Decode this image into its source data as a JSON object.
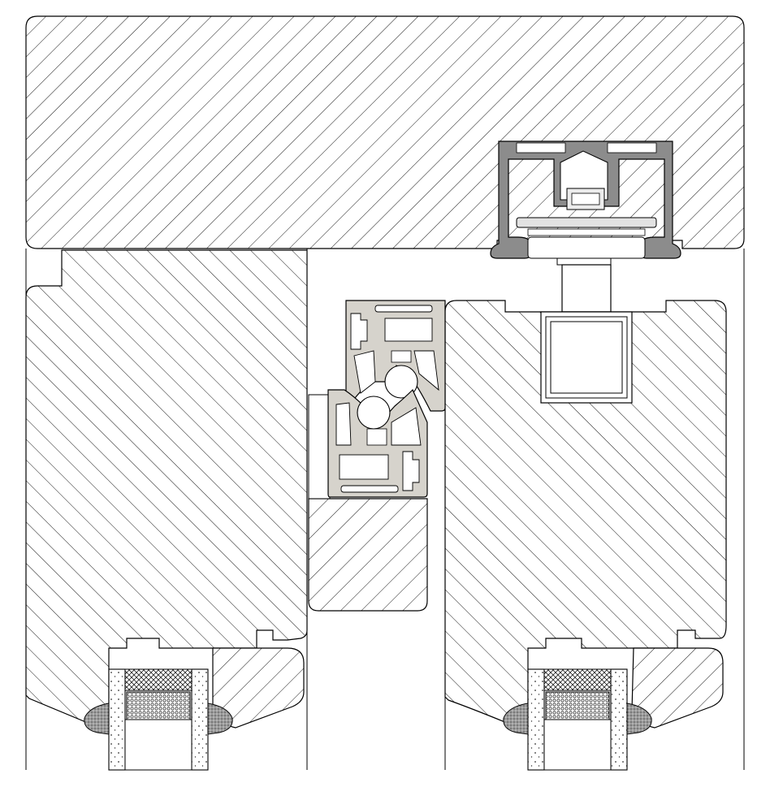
{
  "diagram": {
    "kind": "technical cross-section drawing",
    "labels": []
  },
  "colors": {
    "background": "#ffffff",
    "line": "#000000",
    "hatch": "#1a1a1a",
    "profile_fill": "#d6d3cc",
    "track_fill": "#8c8c8c",
    "roller_fill": "#e2e2e2",
    "gasket_fill": "#8a8a8a",
    "glass_dots": "#333333"
  },
  "components": [
    "top-frame-beam",
    "overhead-track-profile",
    "hanger-roller",
    "hanger-stem",
    "hanger-bracket",
    "left-fixed-leaf",
    "right-sliding-leaf",
    "center-stile-block",
    "interlock-profile-upper",
    "interlock-profile-lower",
    "glazing-bead-left",
    "glazing-bead-right",
    "glass-pane-left",
    "glass-pane-right",
    "gasket-left",
    "gasket-right"
  ]
}
